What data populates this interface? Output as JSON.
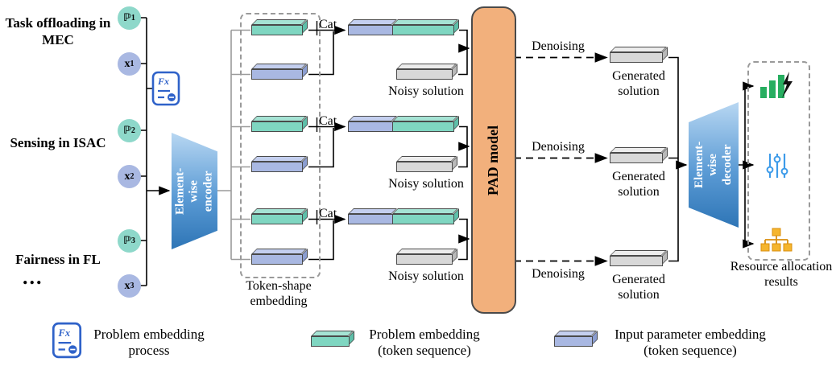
{
  "colors": {
    "problem_embedding": "#7fd6c1",
    "input_embedding": "#a9b8e2",
    "noisy_solution": "#d8d8d8",
    "pad_model": "#f2b07c",
    "encoder_decoder": "#5b9bd5",
    "fx_icon": "#2f62c9",
    "chart_icon": "#27ae60",
    "sliders_icon": "#3d9be9",
    "hierarchy_icon": "#f5b52e"
  },
  "left": {
    "tasks": [
      "Task offloading in MEC",
      "Sensing in ISAC",
      "Fairness in FL"
    ],
    "ellipsis": "...",
    "problem_symbol": "ℙ",
    "input_symbol": "x",
    "subscripts": [
      "1",
      "2",
      "3"
    ]
  },
  "fx": {
    "text": "Fx"
  },
  "encoder": {
    "label": "Element-wise encoder"
  },
  "decoder": {
    "label": "Element-wise decoder"
  },
  "pad": {
    "label": "PAD model"
  },
  "token_embedding": {
    "label": "Token-shape embedding"
  },
  "pipeline": {
    "cat": "Cat",
    "noisy": "Noisy solution",
    "denoising": "Denoising",
    "generated": "Generated solution"
  },
  "results": {
    "label": "Resource allocation results"
  },
  "icons": {
    "fx": "problem-embedding-process-icon",
    "chart": "bar-chart-lightning-icon",
    "sliders": "sliders-icon",
    "tree": "hierarchy-icon"
  },
  "legend": [
    {
      "label": "Problem embedding process"
    },
    {
      "label": "Problem embedding (token sequence)"
    },
    {
      "label": "Input parameter embedding (token sequence)"
    }
  ]
}
